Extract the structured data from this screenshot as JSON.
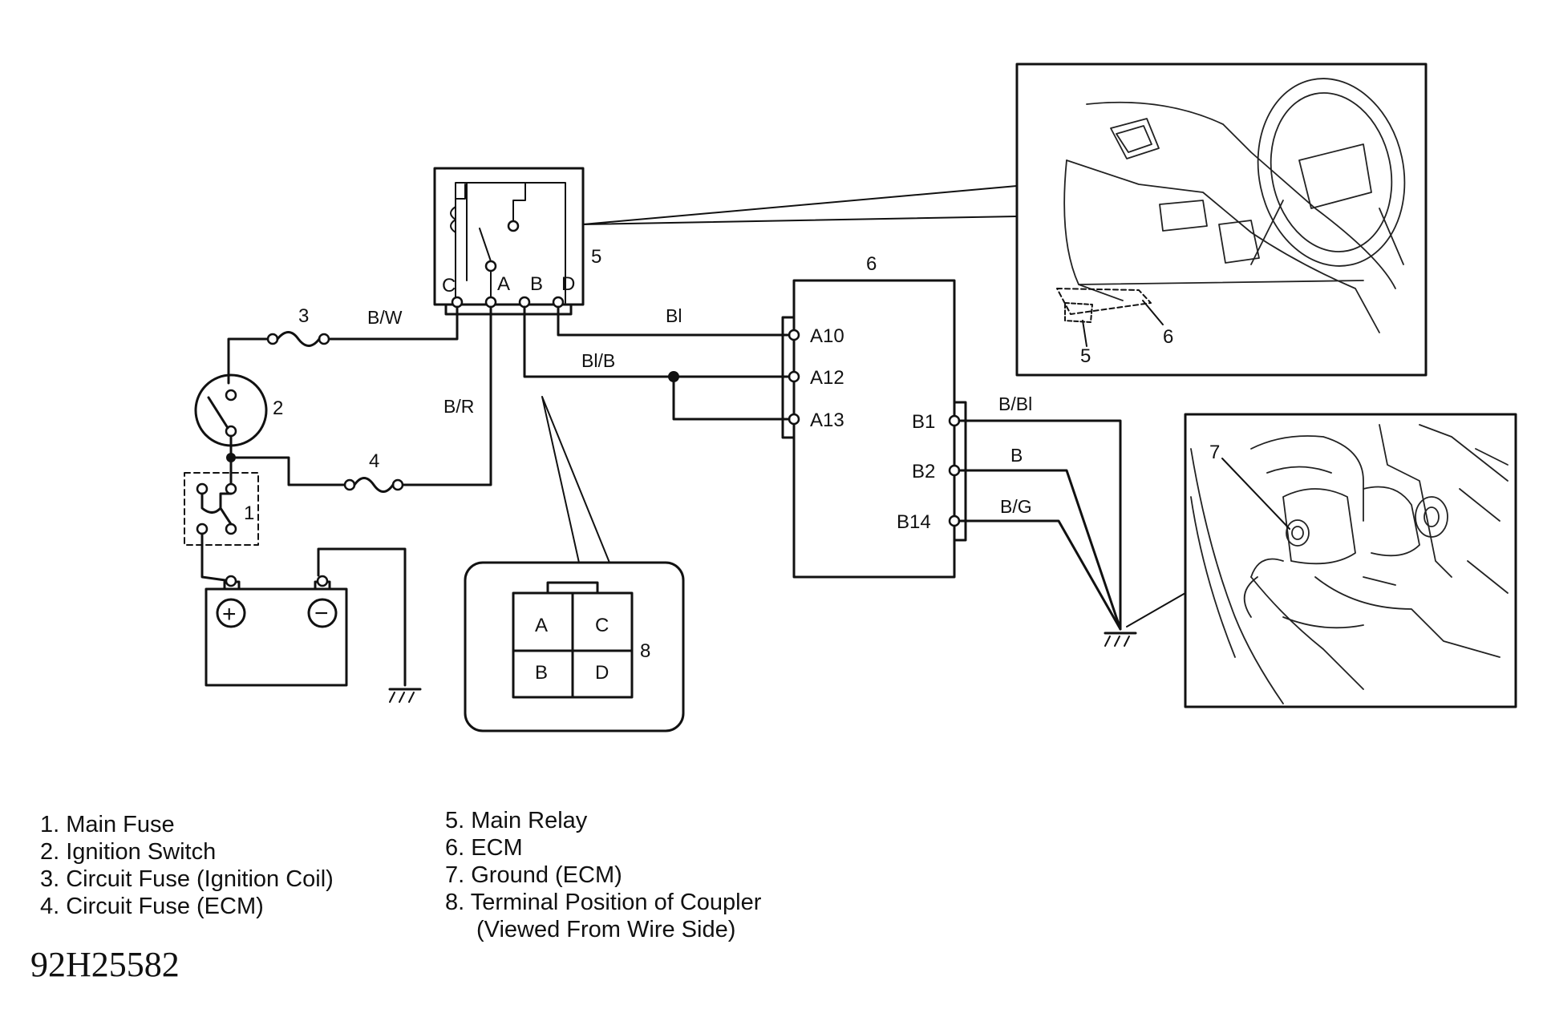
{
  "components": {
    "main_relay": {
      "number": "5",
      "terminals": [
        "C",
        "A",
        "B",
        "D"
      ]
    },
    "ecm": {
      "number": "6",
      "terminals_a": [
        "A10",
        "A12",
        "A13"
      ],
      "terminals_b": [
        "B1",
        "B2",
        "B14"
      ]
    },
    "fuse_3": {
      "number": "3"
    },
    "fuse_4": {
      "number": "4"
    },
    "ignition_switch": {
      "number": "2"
    },
    "main_fuse": {
      "number": "1"
    },
    "coupler": {
      "number": "8",
      "cells": [
        "A",
        "C",
        "B",
        "D"
      ]
    },
    "battery": {
      "positive": "+",
      "negative": "−"
    }
  },
  "wires": {
    "bw": "B/W",
    "br": "B/R",
    "bl": "Bl",
    "blb": "Bl/B",
    "bbl": "B/Bl",
    "b": "B",
    "bg": "B/G"
  },
  "callouts": {
    "relay_location": {
      "relay": "5",
      "ecm": "6"
    },
    "ground_location": {
      "ground": "7"
    }
  },
  "legend": {
    "left": [
      "1. Main Fuse",
      "2. Ignition Switch",
      "3. Circuit Fuse (Ignition Coil)",
      "4. Circuit Fuse (ECM)"
    ],
    "right": [
      "5. Main Relay",
      "6. ECM",
      "7. Ground (ECM)",
      "8. Terminal Position of Coupler",
      "(Viewed From Wire Side)"
    ]
  },
  "figure_code": "92H25582"
}
